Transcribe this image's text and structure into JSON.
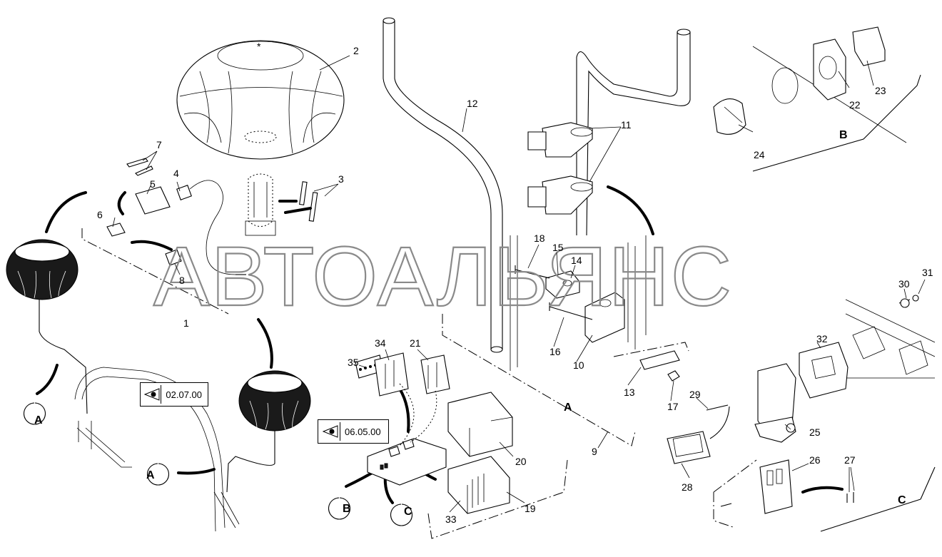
{
  "watermark": "АВТОАЛЬЯНС",
  "references": [
    {
      "id": "ref-1",
      "label": "02.07.00",
      "icon": "eye-icon"
    },
    {
      "id": "ref-2",
      "label": "06.05.00",
      "icon": "eye-icon"
    }
  ],
  "part_numbers": [
    "1",
    "2",
    "3",
    "4",
    "5",
    "6",
    "7",
    "8",
    "9",
    "10",
    "11",
    "12",
    "13",
    "14",
    "15",
    "16",
    "17",
    "18",
    "19",
    "20",
    "21",
    "22",
    "23",
    "24",
    "25",
    "26",
    "27",
    "28",
    "29",
    "30",
    "31",
    "32",
    "33",
    "34",
    "35"
  ],
  "view_labels": [
    "A",
    "B",
    "C"
  ]
}
